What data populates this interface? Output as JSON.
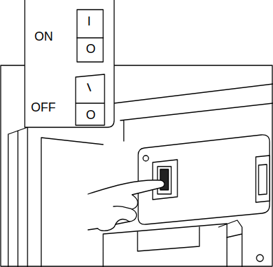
{
  "diagram": {
    "labels": [
      "ON",
      "I",
      "O",
      "OFF",
      "I",
      "O"
    ]
  }
}
